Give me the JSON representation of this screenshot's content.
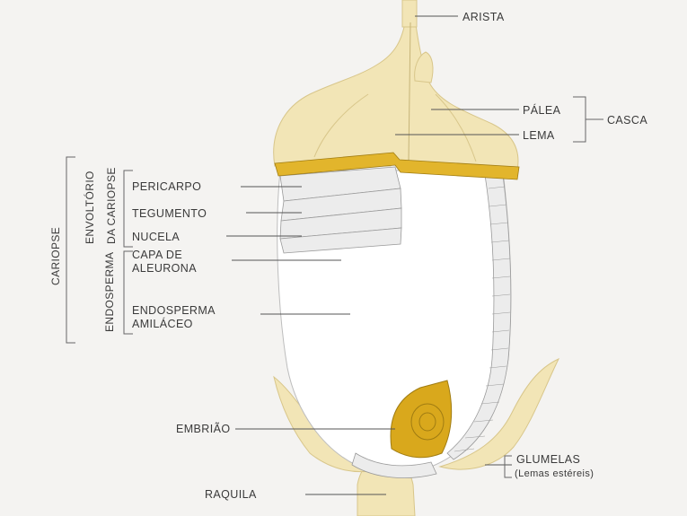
{
  "diagram": {
    "labels": {
      "arista": "ARISTA",
      "palea": "PÁLEA",
      "lema": "LEMA",
      "casca": "CASCA",
      "pericarpo": "PERICARPO",
      "tegumento": "TEGUMENTO",
      "nucela": "NUCELA",
      "capa_line1": "CAPA DE",
      "capa_line2": "ALEURONA",
      "endo_line1": "ENDOSPERMA",
      "endo_line2": "AMILÁCEO",
      "embriao": "EMBRIÃO",
      "glumelas": "GLUMELAS",
      "lemas_estereis": "(Lemas estéreis)",
      "raquila": "RAQUILA",
      "envoltorio_line1": "ENVOLTÓRIO",
      "envoltorio_line2": "DA CARIOPSE",
      "endosperma_group": "ENDOSPERMA",
      "cariopse": "CARIOPSE"
    },
    "colors": {
      "husk": "#f2e5b6",
      "husk_edge": "#d8c68a",
      "seed_coat": "#e2b52c",
      "embryo": "#d9a81c",
      "grain": "#ffffff",
      "background": "#f4f3f1"
    }
  }
}
